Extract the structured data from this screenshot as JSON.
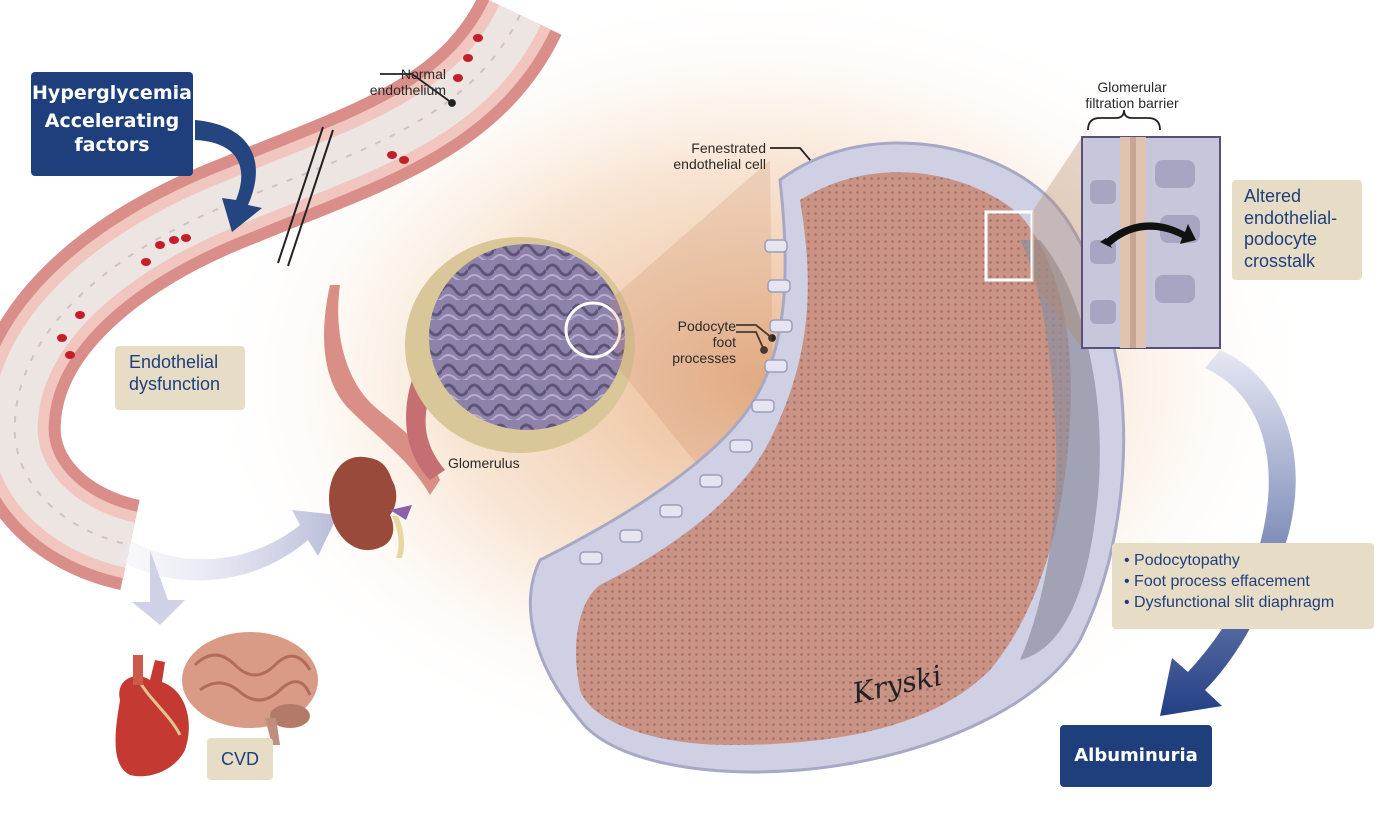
{
  "labels": {
    "normal_endothelium": [
      "Normal",
      "endothelium"
    ],
    "fenestrated": [
      "Fenestrated",
      "endothelial cell"
    ],
    "gfb": [
      "Glomerular",
      "filtration barrier"
    ],
    "podocyte": [
      "Podocyte",
      "foot",
      "processes"
    ],
    "glomerulus": "Glomerulus"
  },
  "boxes": {
    "hyperglycemia": "Hyperglycemia",
    "accelerating": [
      "Accelerating",
      "factors"
    ],
    "endothelial_dysfunction": [
      "Endothelial",
      "dysfunction"
    ],
    "altered": [
      "Altered",
      "endothelial-",
      "podocyte",
      "crosstalk"
    ],
    "bullets": [
      "Podocytopathy",
      "Foot process effacement",
      "Dysfunctional slit diaphragm"
    ],
    "cvd": "CVD",
    "albuminuria": "Albuminuria"
  },
  "signature": "Kryski",
  "colors": {
    "navy": "#1f3f7c",
    "tan": "#e7ddc6",
    "vessel": "#e2a6a0",
    "tissue": "#c98f86",
    "glomerulus": "#8a7ea6"
  }
}
